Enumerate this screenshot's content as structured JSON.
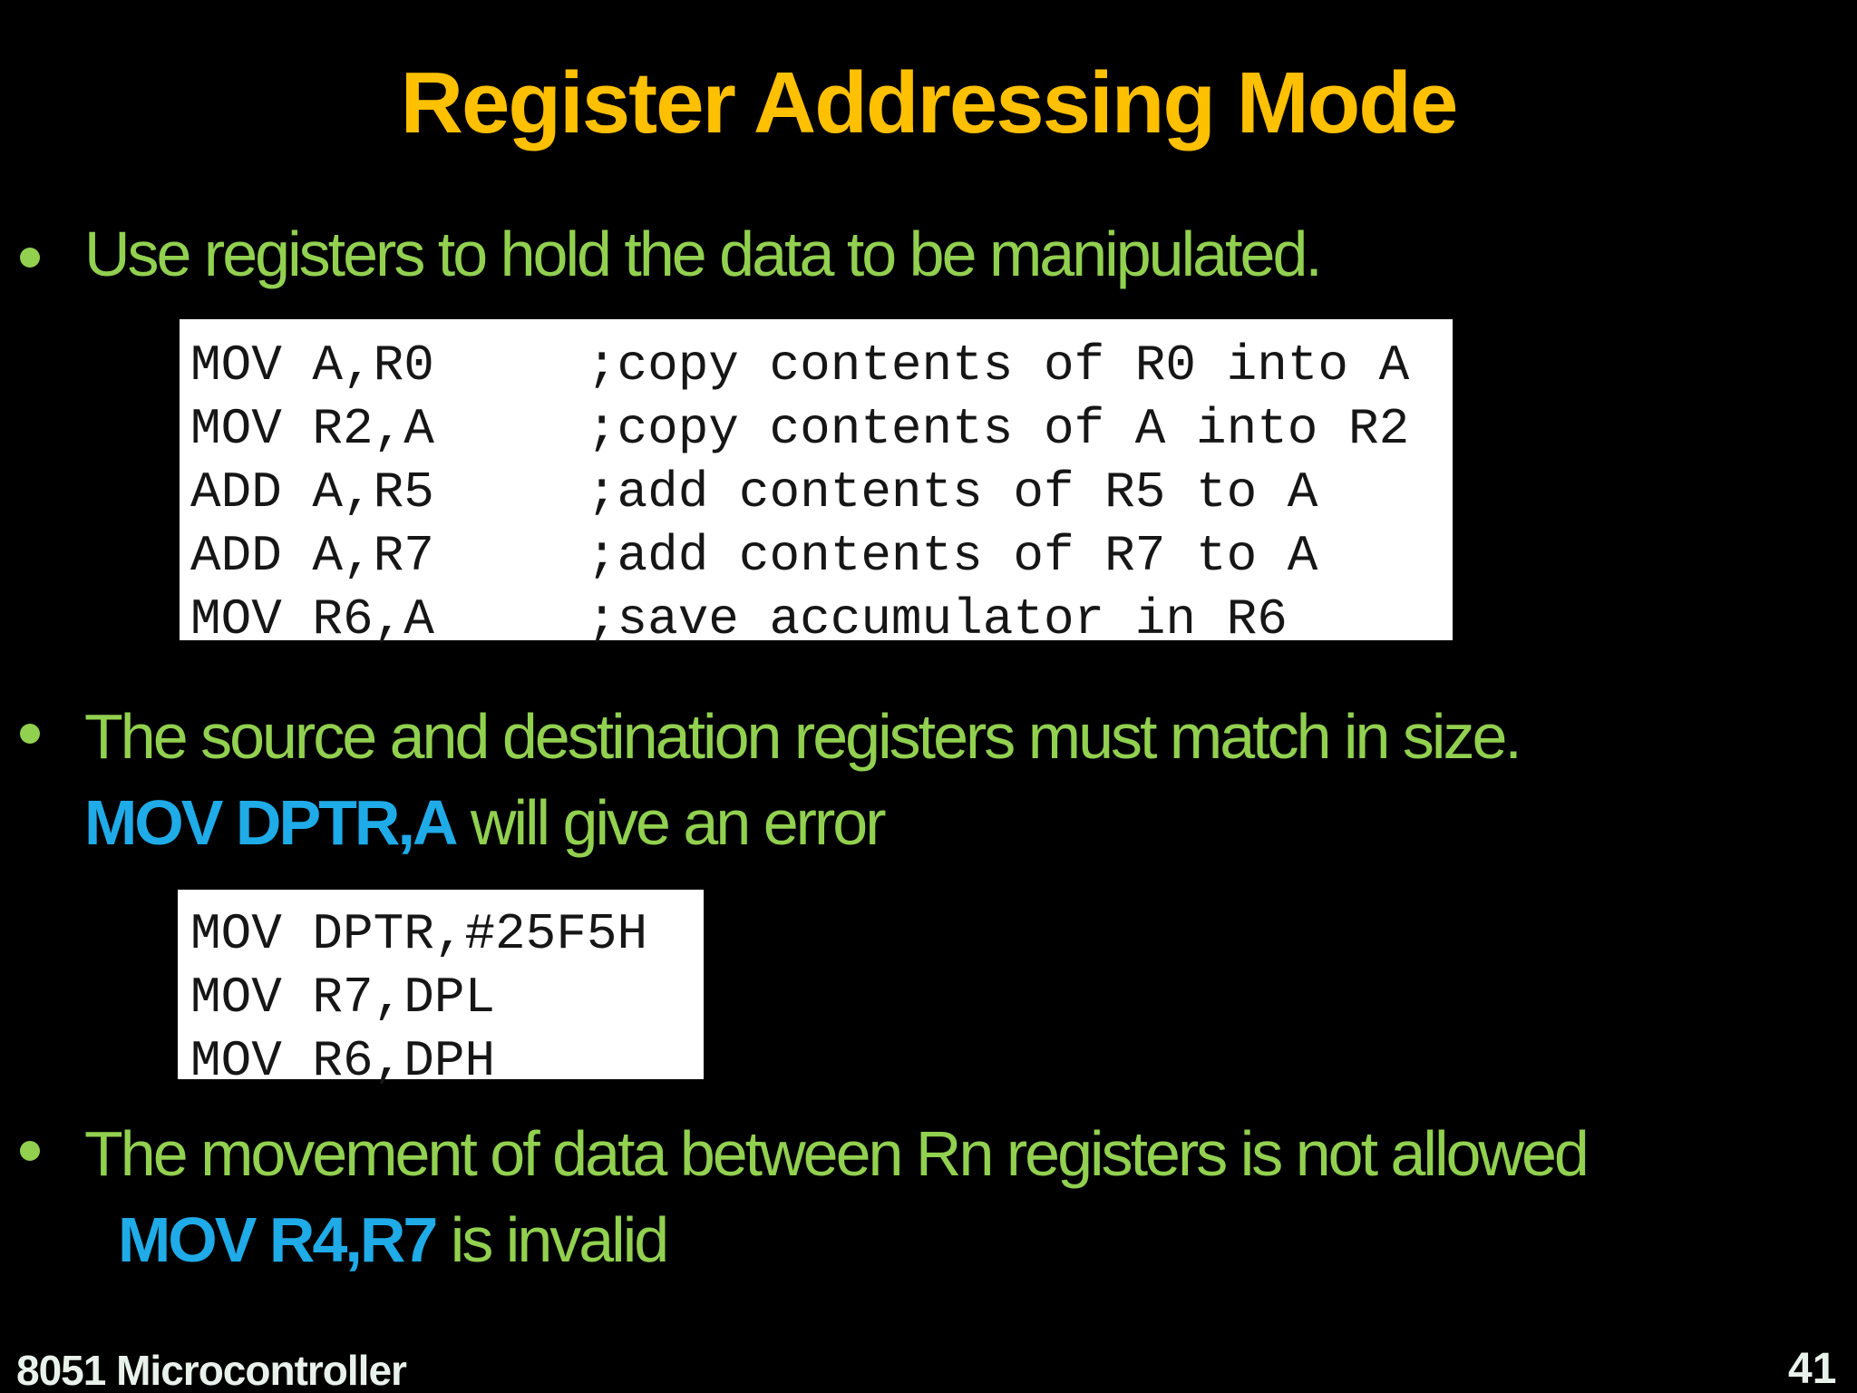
{
  "slide": {
    "title": "Register Addressing Mode",
    "bullet1": {
      "text": "Use registers to hold the data to be manipulated."
    },
    "code_block_1": {
      "lines": [
        "MOV A,R0     ;copy contents of R0 into A",
        "MOV R2,A     ;copy contents of A into R2",
        "ADD A,R5     ;add contents of R5 to A",
        "ADD A,R7     ;add contents of R7 to A",
        "MOV R6,A     ;save accumulator in R6"
      ]
    },
    "bullet2": {
      "line1": "The source and destination registers must match in size.",
      "highlight": "MOV DPTR,A",
      "rest": " will give an error"
    },
    "code_block_2": {
      "lines": [
        "MOV DPTR,#25F5H",
        "MOV R7,DPL",
        "MOV R6,DPH"
      ]
    },
    "bullet3": {
      "line1": "The movement of data between Rn registers is not allowed",
      "highlight": "MOV R4,R7",
      "rest": " is invalid"
    },
    "footer": {
      "left": "8051 Microcontroller",
      "page": "41"
    },
    "colors": {
      "background": "#000000",
      "title_gold": "#ffc000",
      "body_green": "#92d050",
      "highlight_blue": "#1fabe8",
      "code_background": "#ffffff",
      "code_text": "#161616",
      "footer_text": "#e9f1ec"
    }
  }
}
